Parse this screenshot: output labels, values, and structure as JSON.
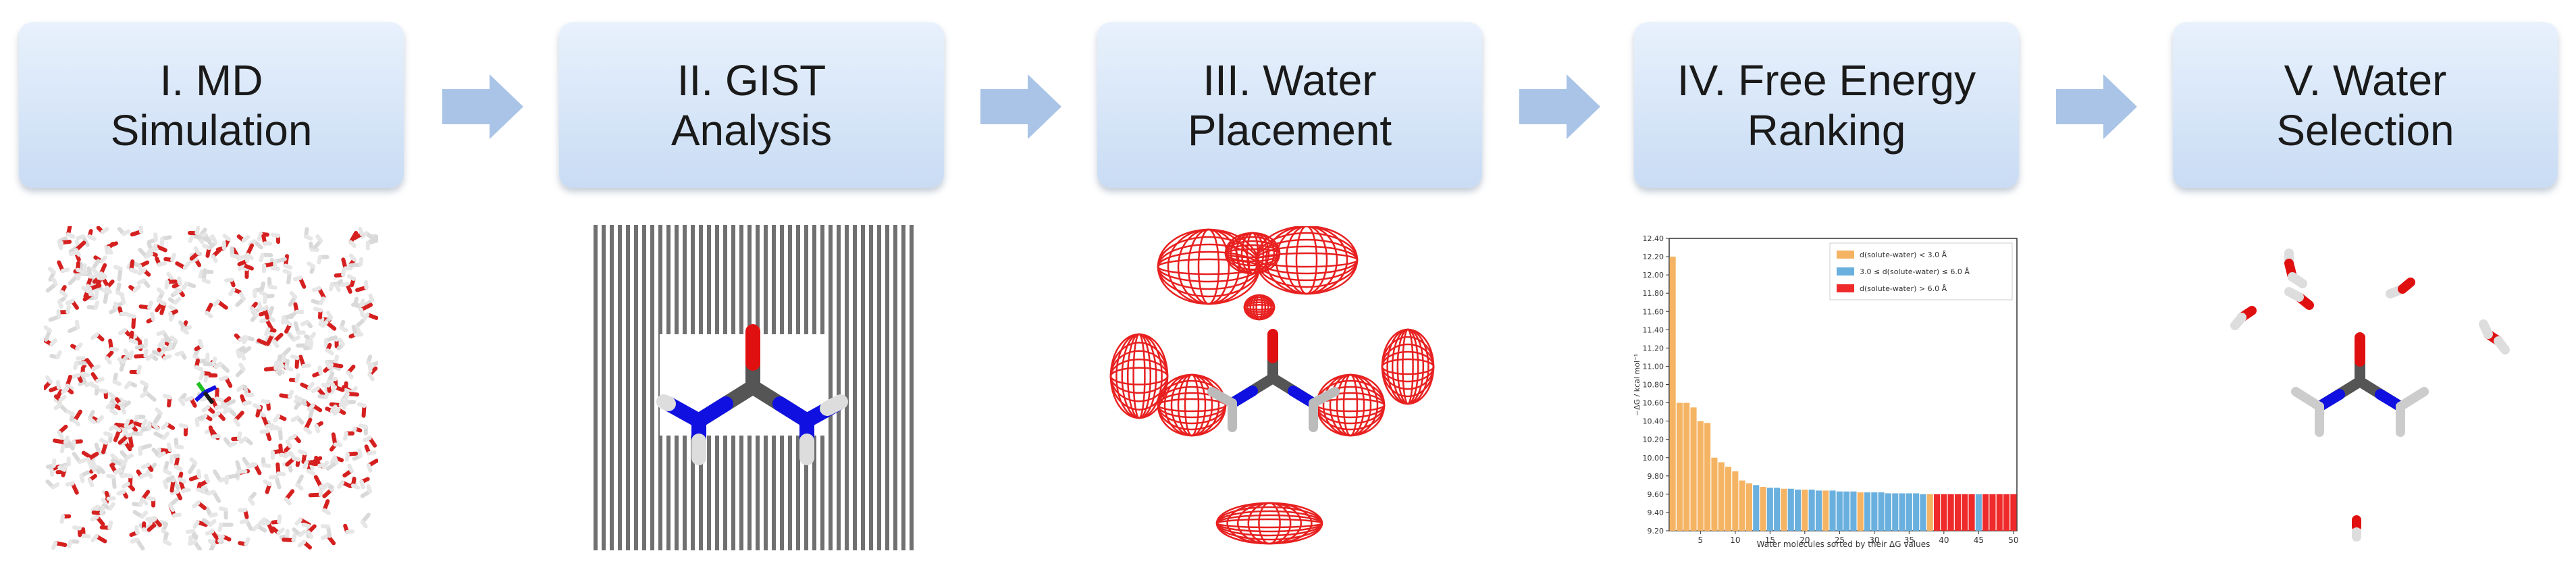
{
  "stages": [
    {
      "line1": "I. MD",
      "line2": "Simulation"
    },
    {
      "line1": "II. GIST",
      "line2": "Analysis"
    },
    {
      "line1": "III. Water",
      "line2": "Placement"
    },
    {
      "line1": "IV. Free Energy",
      "line2": "Ranking"
    },
    {
      "line1": "V. Water",
      "line2": "Selection"
    }
  ],
  "colors": {
    "box_top": "#e8f1fc",
    "box_bottom": "#c9dcf4",
    "arrow": "#a9c4e6",
    "oxygen": "#e01010",
    "nitrogen": "#1010e0",
    "carbon": "#555555",
    "hydrogen": "#f0f0f0",
    "mesh": "#e82020",
    "bar_orange": "#f5b463",
    "bar_blue": "#6ab0de",
    "bar_red": "#ee2a2a"
  },
  "chart_data": {
    "type": "bar",
    "ylabel": "−ΔG / kcal mol⁻¹",
    "xlabel": "Water molecules sorted by their ΔG values",
    "ylim": [
      9.2,
      12.4
    ],
    "yticks": [
      "9.20",
      "9.40",
      "9.60",
      "9.80",
      "10.00",
      "10.20",
      "10.40",
      "10.60",
      "10.80",
      "11.00",
      "11.20",
      "11.40",
      "11.60",
      "11.80",
      "12.00",
      "12.20",
      "12.40"
    ],
    "xticks": [
      "5",
      "10",
      "15",
      "20",
      "25",
      "30",
      "35",
      "40",
      "45",
      "50"
    ],
    "legend": [
      {
        "label": "d(solute-water) < 3.0 Å",
        "color": "#f5b463"
      },
      {
        "label": "3.0 ≤ d(solute-water) ≤ 6.0 Å",
        "color": "#6ab0de"
      },
      {
        "label": "d(solute-water) > 6.0 Å",
        "color": "#ee2a2a"
      }
    ],
    "legend_position": "top-right",
    "values": [
      12.2,
      10.6,
      10.6,
      10.55,
      10.4,
      10.38,
      10.0,
      9.95,
      9.9,
      9.85,
      9.75,
      9.72,
      9.7,
      9.68,
      9.67,
      9.67,
      9.66,
      9.66,
      9.65,
      9.65,
      9.65,
      9.64,
      9.64,
      9.64,
      9.63,
      9.63,
      9.63,
      9.62,
      9.62,
      9.62,
      9.62,
      9.61,
      9.61,
      9.61,
      9.61,
      9.61,
      9.6,
      9.6,
      9.6,
      9.6,
      9.6,
      9.6,
      9.6,
      9.6,
      9.6,
      9.6,
      9.6,
      9.6,
      9.6,
      9.6
    ],
    "groups": [
      "o",
      "o",
      "o",
      "o",
      "o",
      "o",
      "o",
      "o",
      "o",
      "o",
      "o",
      "o",
      "b",
      "o",
      "b",
      "b",
      "o",
      "b",
      "b",
      "o",
      "b",
      "b",
      "o",
      "b",
      "b",
      "b",
      "b",
      "o",
      "b",
      "b",
      "b",
      "b",
      "b",
      "b",
      "b",
      "b",
      "b",
      "o",
      "r",
      "r",
      "r",
      "r",
      "r",
      "r",
      "b",
      "r",
      "r",
      "r",
      "r",
      "r"
    ]
  }
}
